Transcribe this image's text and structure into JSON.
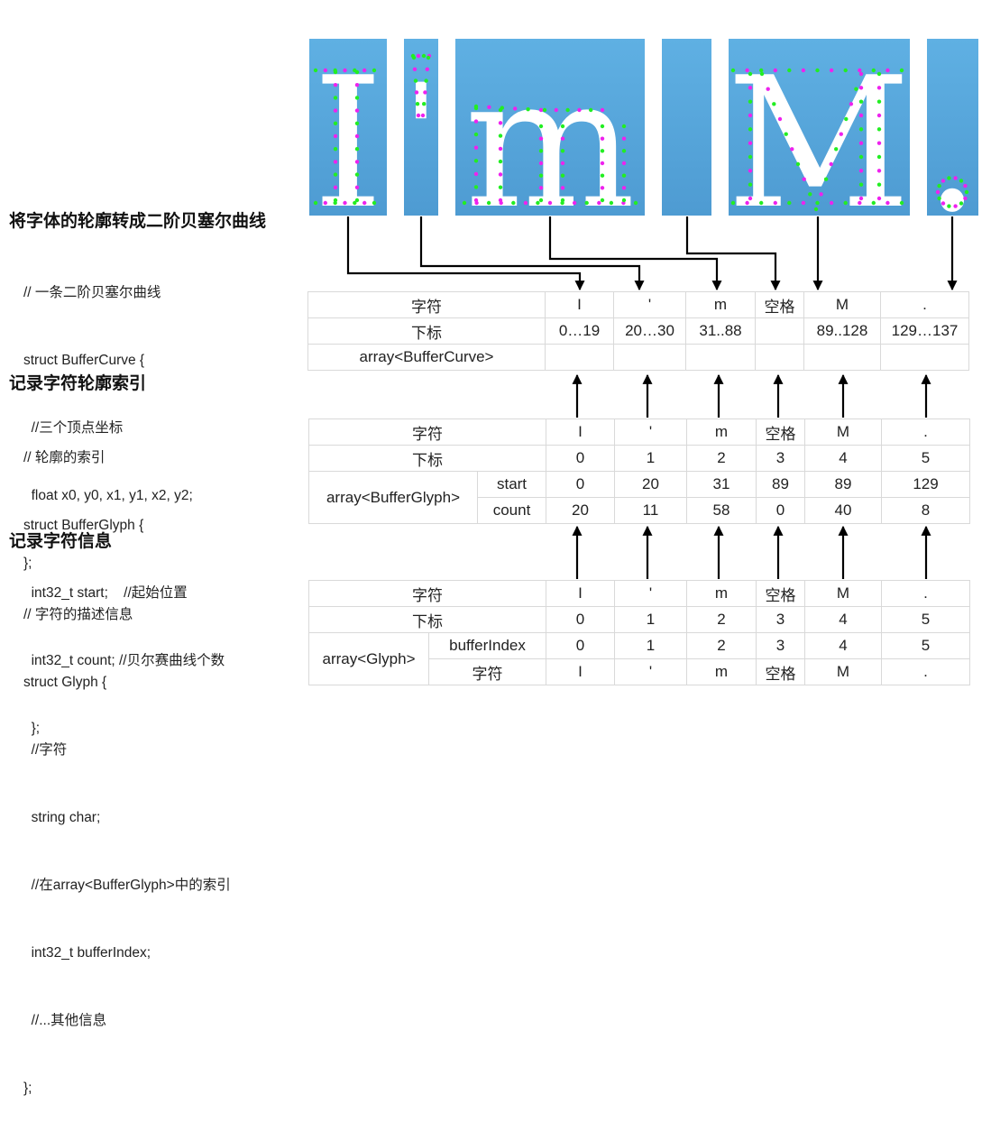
{
  "glyph_tiles": [
    {
      "char": "I"
    },
    {
      "char": "'"
    },
    {
      "char": "m"
    },
    {
      "char": ""
    },
    {
      "char": "M"
    },
    {
      "char": "."
    }
  ],
  "section1": {
    "heading": "将字体的轮廓转成二阶贝塞尔曲线",
    "code": [
      "// 一条二阶贝塞尔曲线",
      "struct BufferCurve {",
      "  //三个顶点坐标",
      "  float x0, y0, x1, y1, x2, y2;",
      "};"
    ]
  },
  "section2": {
    "heading": "记录字符轮廓索引",
    "code": [
      "// 轮廓的索引",
      "struct BufferGlyph {",
      "  int32_t start;    //起始位置",
      "  int32_t count; //贝尔赛曲线个数",
      "  };"
    ]
  },
  "section3": {
    "heading": "记录字符信息",
    "code": [
      "// 字符的描述信息",
      "struct Glyph {",
      "  //字符",
      "  string char;",
      "  //在array<BufferGlyph>中的索引",
      "  int32_t bufferIndex;",
      "  //...其他信息",
      "};"
    ]
  },
  "table_curves": {
    "row_char_label": "字符",
    "row_index_label": "下标",
    "row_array_label": "array<BufferCurve>",
    "chars": [
      "I",
      "'",
      "m",
      "空格",
      "M",
      "."
    ],
    "indices": [
      "0…19",
      "20…30",
      "31..88",
      "",
      "89..128",
      "129…137"
    ]
  },
  "table_glyphs": {
    "row_char_label": "字符",
    "row_index_label": "下标",
    "array_label": "array<BufferGlyph>",
    "start_label": "start",
    "count_label": "count",
    "chars": [
      "I",
      "'",
      "m",
      "空格",
      "M",
      "."
    ],
    "indices": [
      "0",
      "1",
      "2",
      "3",
      "4",
      "5"
    ],
    "start": [
      "0",
      "20",
      "31",
      "89",
      "89",
      "129"
    ],
    "count": [
      "20",
      "11",
      "58",
      "0",
      "40",
      "8"
    ]
  },
  "table_glyph_info": {
    "row_char_label": "字符",
    "row_index_label": "下标",
    "array_label": "array<Glyph>",
    "buffer_index_label": "bufferIndex",
    "char_label": "字符",
    "chars": [
      "I",
      "'",
      "m",
      "空格",
      "M",
      "."
    ],
    "indices": [
      "0",
      "1",
      "2",
      "3",
      "4",
      "5"
    ],
    "buffer_index": [
      "0",
      "1",
      "2",
      "3",
      "4",
      "5"
    ],
    "char_values": [
      "I",
      "'",
      "m",
      "空格",
      "M",
      "."
    ]
  },
  "colors": {
    "tile": "#5aa8dc",
    "on_curve_point": "#22ee22",
    "control_point": "#ee22ee",
    "grid_border": "#d9d9d9"
  }
}
